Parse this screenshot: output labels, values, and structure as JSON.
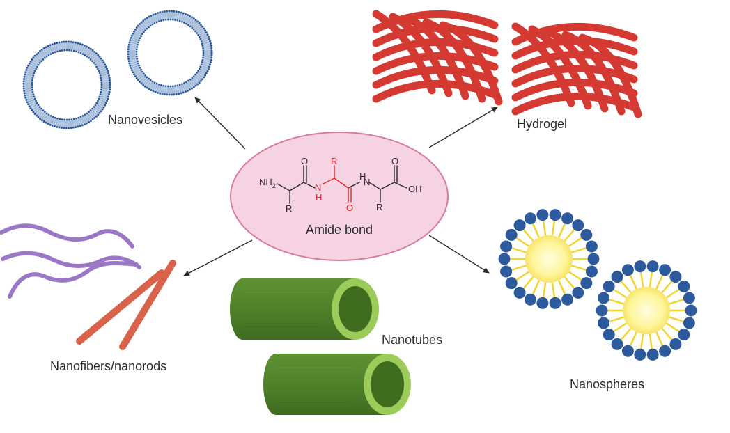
{
  "center": {
    "label": "Amide bond",
    "chem": {
      "nh2": "NH",
      "nh2_sub": "2",
      "o1": "O",
      "r1": "R",
      "nh_red_n": "N",
      "nh_red_h": "H",
      "r_red": "R",
      "o_red": "O",
      "h2": "H",
      "n2": "N",
      "o3": "O",
      "oh": "OH",
      "r3": "R"
    }
  },
  "nodes": {
    "nanovesicles": "Nanovesicles",
    "hydrogel": "Hydrogel",
    "nanofibers": "Nanofibers/nanorods",
    "nanotubes": "Nanotubes",
    "nanospheres": "Nanospheres"
  },
  "colors": {
    "ellipse_fill": "#f6d3e2",
    "ellipse_stroke": "#d8799e",
    "vesicle_blue": "#2c5a9c",
    "vesicle_light": "#b9cce4",
    "hydrogel_red": "#d43a32",
    "fiber_purple": "#9a78c5",
    "rod_red": "#d9634a",
    "tube_green": "#4e7d28",
    "tube_light": "#9ccb5a",
    "sphere_blue": "#2c5a9c",
    "sphere_core": "#fff7a8",
    "sphere_ray": "#f2d431"
  }
}
